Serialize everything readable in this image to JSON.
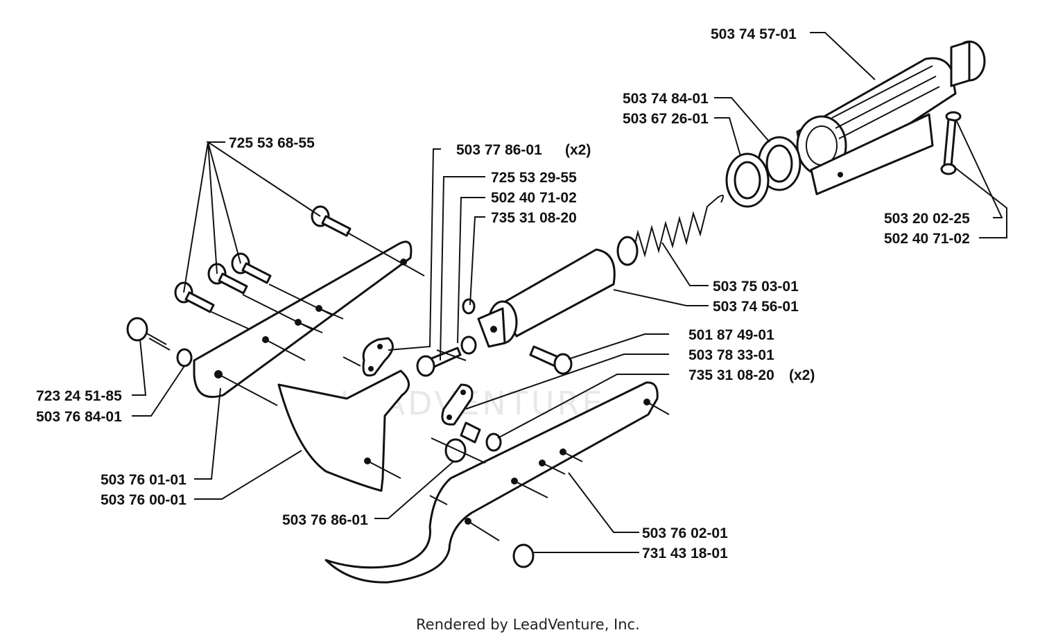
{
  "labels": {
    "l725536855": "725 53 68-55",
    "l723245185": "723 24 51-85",
    "l503768401": "503 76 84-01",
    "l503760101": "503 76 01-01",
    "l503760001": "503 76 00-01",
    "l503768601": "503 76 86-01",
    "l503778601": "503 77 86-01",
    "l725532955": "725 53 29-55",
    "l502407102a": "502 40 71-02",
    "l735310820a": "735 31 08-20",
    "l503745701": "503 74 57-01",
    "l503748401": "503 74 84-01",
    "l503672601": "503 67 26-01",
    "l503200225": "503 20 02-25",
    "l502407102b": "502 40 71-02",
    "l503750301": "503 75 03-01",
    "l503745601": "503 74 56-01",
    "l501874901": "501 87 49-01",
    "l503783301": "503 78 33-01",
    "l735310820b": "735 31 08-20",
    "l503760201": "503 76 02-01",
    "l731431801": "731 43 18-01"
  },
  "quantities": {
    "q503778601": "(x2)",
    "q735310820b": "(x2)"
  },
  "watermark": "LEADVENTURE",
  "footer": "Rendered by LeadVenture, Inc."
}
